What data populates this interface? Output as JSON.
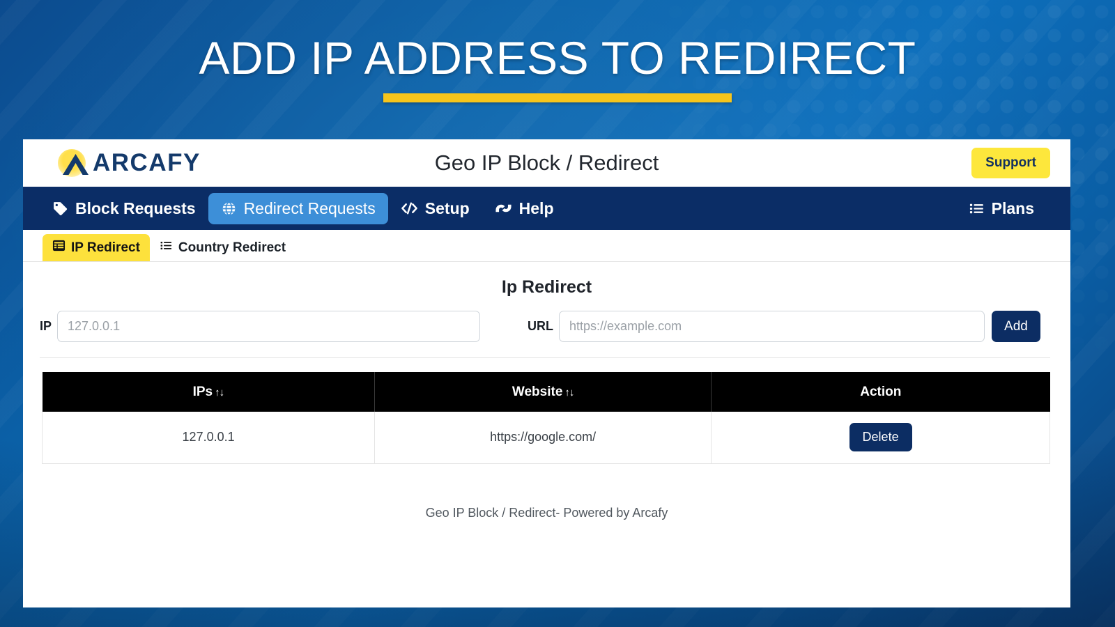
{
  "banner": {
    "title": "ADD IP ADDRESS TO REDIRECT",
    "underline_color": "#f6c51c"
  },
  "theme": {
    "background_blue": "#0b63aa",
    "navy": "#0b2d66",
    "accent_yellow": "#fde73c",
    "active_tab_blue": "#3d8fd8",
    "table_header_black": "#000000"
  },
  "header": {
    "logo_text": "ARCAFY",
    "app_title": "Geo IP Block / Redirect",
    "support_label": "Support"
  },
  "nav": {
    "items": [
      {
        "label": "Block Requests",
        "icon": "tag-icon",
        "active": false
      },
      {
        "label": "Redirect Requests",
        "icon": "globe-icon",
        "active": true
      },
      {
        "label": "Setup",
        "icon": "code-icon",
        "active": false
      },
      {
        "label": "Help",
        "icon": "helping-hands-icon",
        "active": false
      }
    ],
    "right_item": {
      "label": "Plans",
      "icon": "list-icon"
    }
  },
  "subtabs": [
    {
      "label": "IP Redirect",
      "icon": "table-icon",
      "active": true
    },
    {
      "label": "Country Redirect",
      "icon": "list-icon",
      "active": false
    }
  ],
  "main": {
    "section_title": "Ip Redirect",
    "form": {
      "ip_label": "IP",
      "ip_value": "",
      "ip_placeholder": "127.0.0.1",
      "url_label": "URL",
      "url_value": "",
      "url_placeholder": "https://example.com",
      "add_label": "Add"
    },
    "table": {
      "columns": [
        {
          "label": "IPs",
          "sortable": true,
          "sort_glyph": "↑↓"
        },
        {
          "label": "Website",
          "sortable": true,
          "sort_glyph": "↑↓"
        },
        {
          "label": "Action",
          "sortable": false,
          "sort_glyph": ""
        }
      ],
      "rows": [
        {
          "ip": "127.0.0.1",
          "website": "https://google.com/",
          "action_label": "Delete"
        }
      ]
    }
  },
  "footer": {
    "text": "Geo IP Block / Redirect- Powered by Arcafy"
  }
}
